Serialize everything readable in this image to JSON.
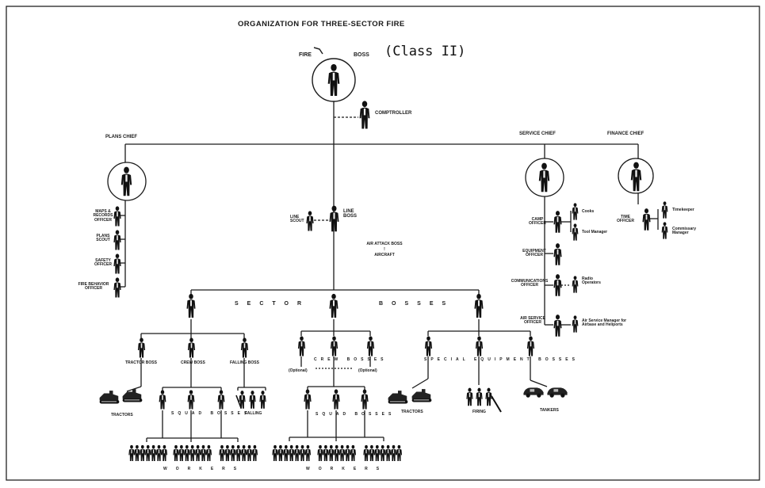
{
  "title": "ORGANIZATION FOR THREE-SECTOR FIRE",
  "fire_boss": {
    "fire": "FIRE",
    "boss": "BOSS",
    "class_label": "(Class II)"
  },
  "comptroller": "COMPTROLLER",
  "plans": {
    "chief": "PLANS CHIEF",
    "staff": [
      "MAPS & RECORDS OFFICER",
      "PLANS SCOUT",
      "SAFETY OFFICER",
      "FIRE BEHAVIOR OFFICER"
    ]
  },
  "line": {
    "boss": "LINE BOSS",
    "scout": "LINE SCOUT",
    "air_attack": "AIR ATTACK BOSS",
    "air_attack_sep": "!",
    "aircraft": "AIRCRAFT"
  },
  "service": {
    "chief": "SERVICE CHIEF",
    "camp_officer": "CAMP OFFICER",
    "cooks": "Cooks",
    "tool_manager": "Tool Manager",
    "equipment_officer": "EQUIPMENT OFFICER",
    "communications_officer": "COMMUNICATIONS OFFICER",
    "radio_operators": "Radio Operators",
    "air_service_officer": "AIR SERVICE OFFICER",
    "air_service_sub": "Air Service Manager for Airbase and Heliports"
  },
  "finance": {
    "chief": "FINANCE CHIEF",
    "time_officer": "TIME OFFICER",
    "timekeeper": "Timekeeper",
    "commissary": "Commissary Manager"
  },
  "sector_bosses": {
    "left": "SECTOR",
    "right": "BOSSES"
  },
  "sector1": {
    "tractor_boss": "TRACTOR BOSS",
    "crew_boss": "CREW BOSS",
    "falling_boss": "FALLING BOSS",
    "squad_bosses": "SQUAD BOSSES",
    "tractors": "TRACTORS",
    "falling": "FALLING",
    "workers": "WORKERS"
  },
  "sector2": {
    "crew_bosses": "CREW BOSSES",
    "optional_left": "(Optional)",
    "optional_right": "(Optional)",
    "squad_bosses": "SQUAD BOSSES",
    "workers": "WORKERS"
  },
  "sector3": {
    "special_equipment_bosses": "SPECIAL EQUIPMENT BOSSES",
    "tractors": "TRACTORS",
    "firing": "FIRING",
    "tankers": "TANKERS"
  }
}
